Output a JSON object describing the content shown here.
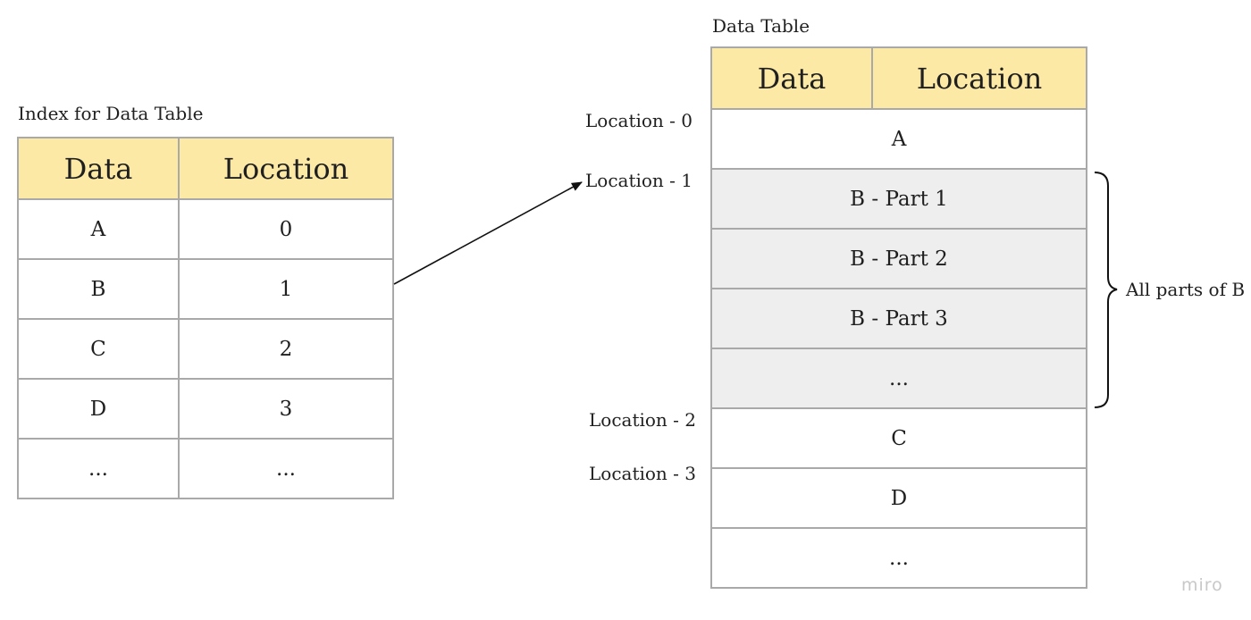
{
  "index_table": {
    "caption": "Index for Data Table",
    "headers": [
      "Data",
      "Location"
    ],
    "rows": [
      [
        "A",
        "0"
      ],
      [
        "B",
        "1"
      ],
      [
        "C",
        "2"
      ],
      [
        "D",
        "3"
      ],
      [
        "...",
        "..."
      ]
    ]
  },
  "data_table": {
    "caption": "Data Table",
    "headers": [
      "Data",
      "Location"
    ],
    "rows": [
      {
        "text": "A",
        "part": false
      },
      {
        "text": "B - Part 1",
        "part": true
      },
      {
        "text": "B - Part 2",
        "part": true
      },
      {
        "text": "B - Part 3",
        "part": true
      },
      {
        "text": "...",
        "part": true
      },
      {
        "text": "C",
        "part": false
      },
      {
        "text": "D",
        "part": false
      },
      {
        "text": "...",
        "part": false
      }
    ]
  },
  "location_labels": [
    "Location - 0",
    "Location - 1",
    "Location - 2",
    "Location - 3"
  ],
  "brace_label": "All parts of B",
  "watermark": "miro",
  "colors": {
    "header_fill": "#fde9a6",
    "part_fill": "#eeeeee",
    "border": "#a9a9a9"
  }
}
